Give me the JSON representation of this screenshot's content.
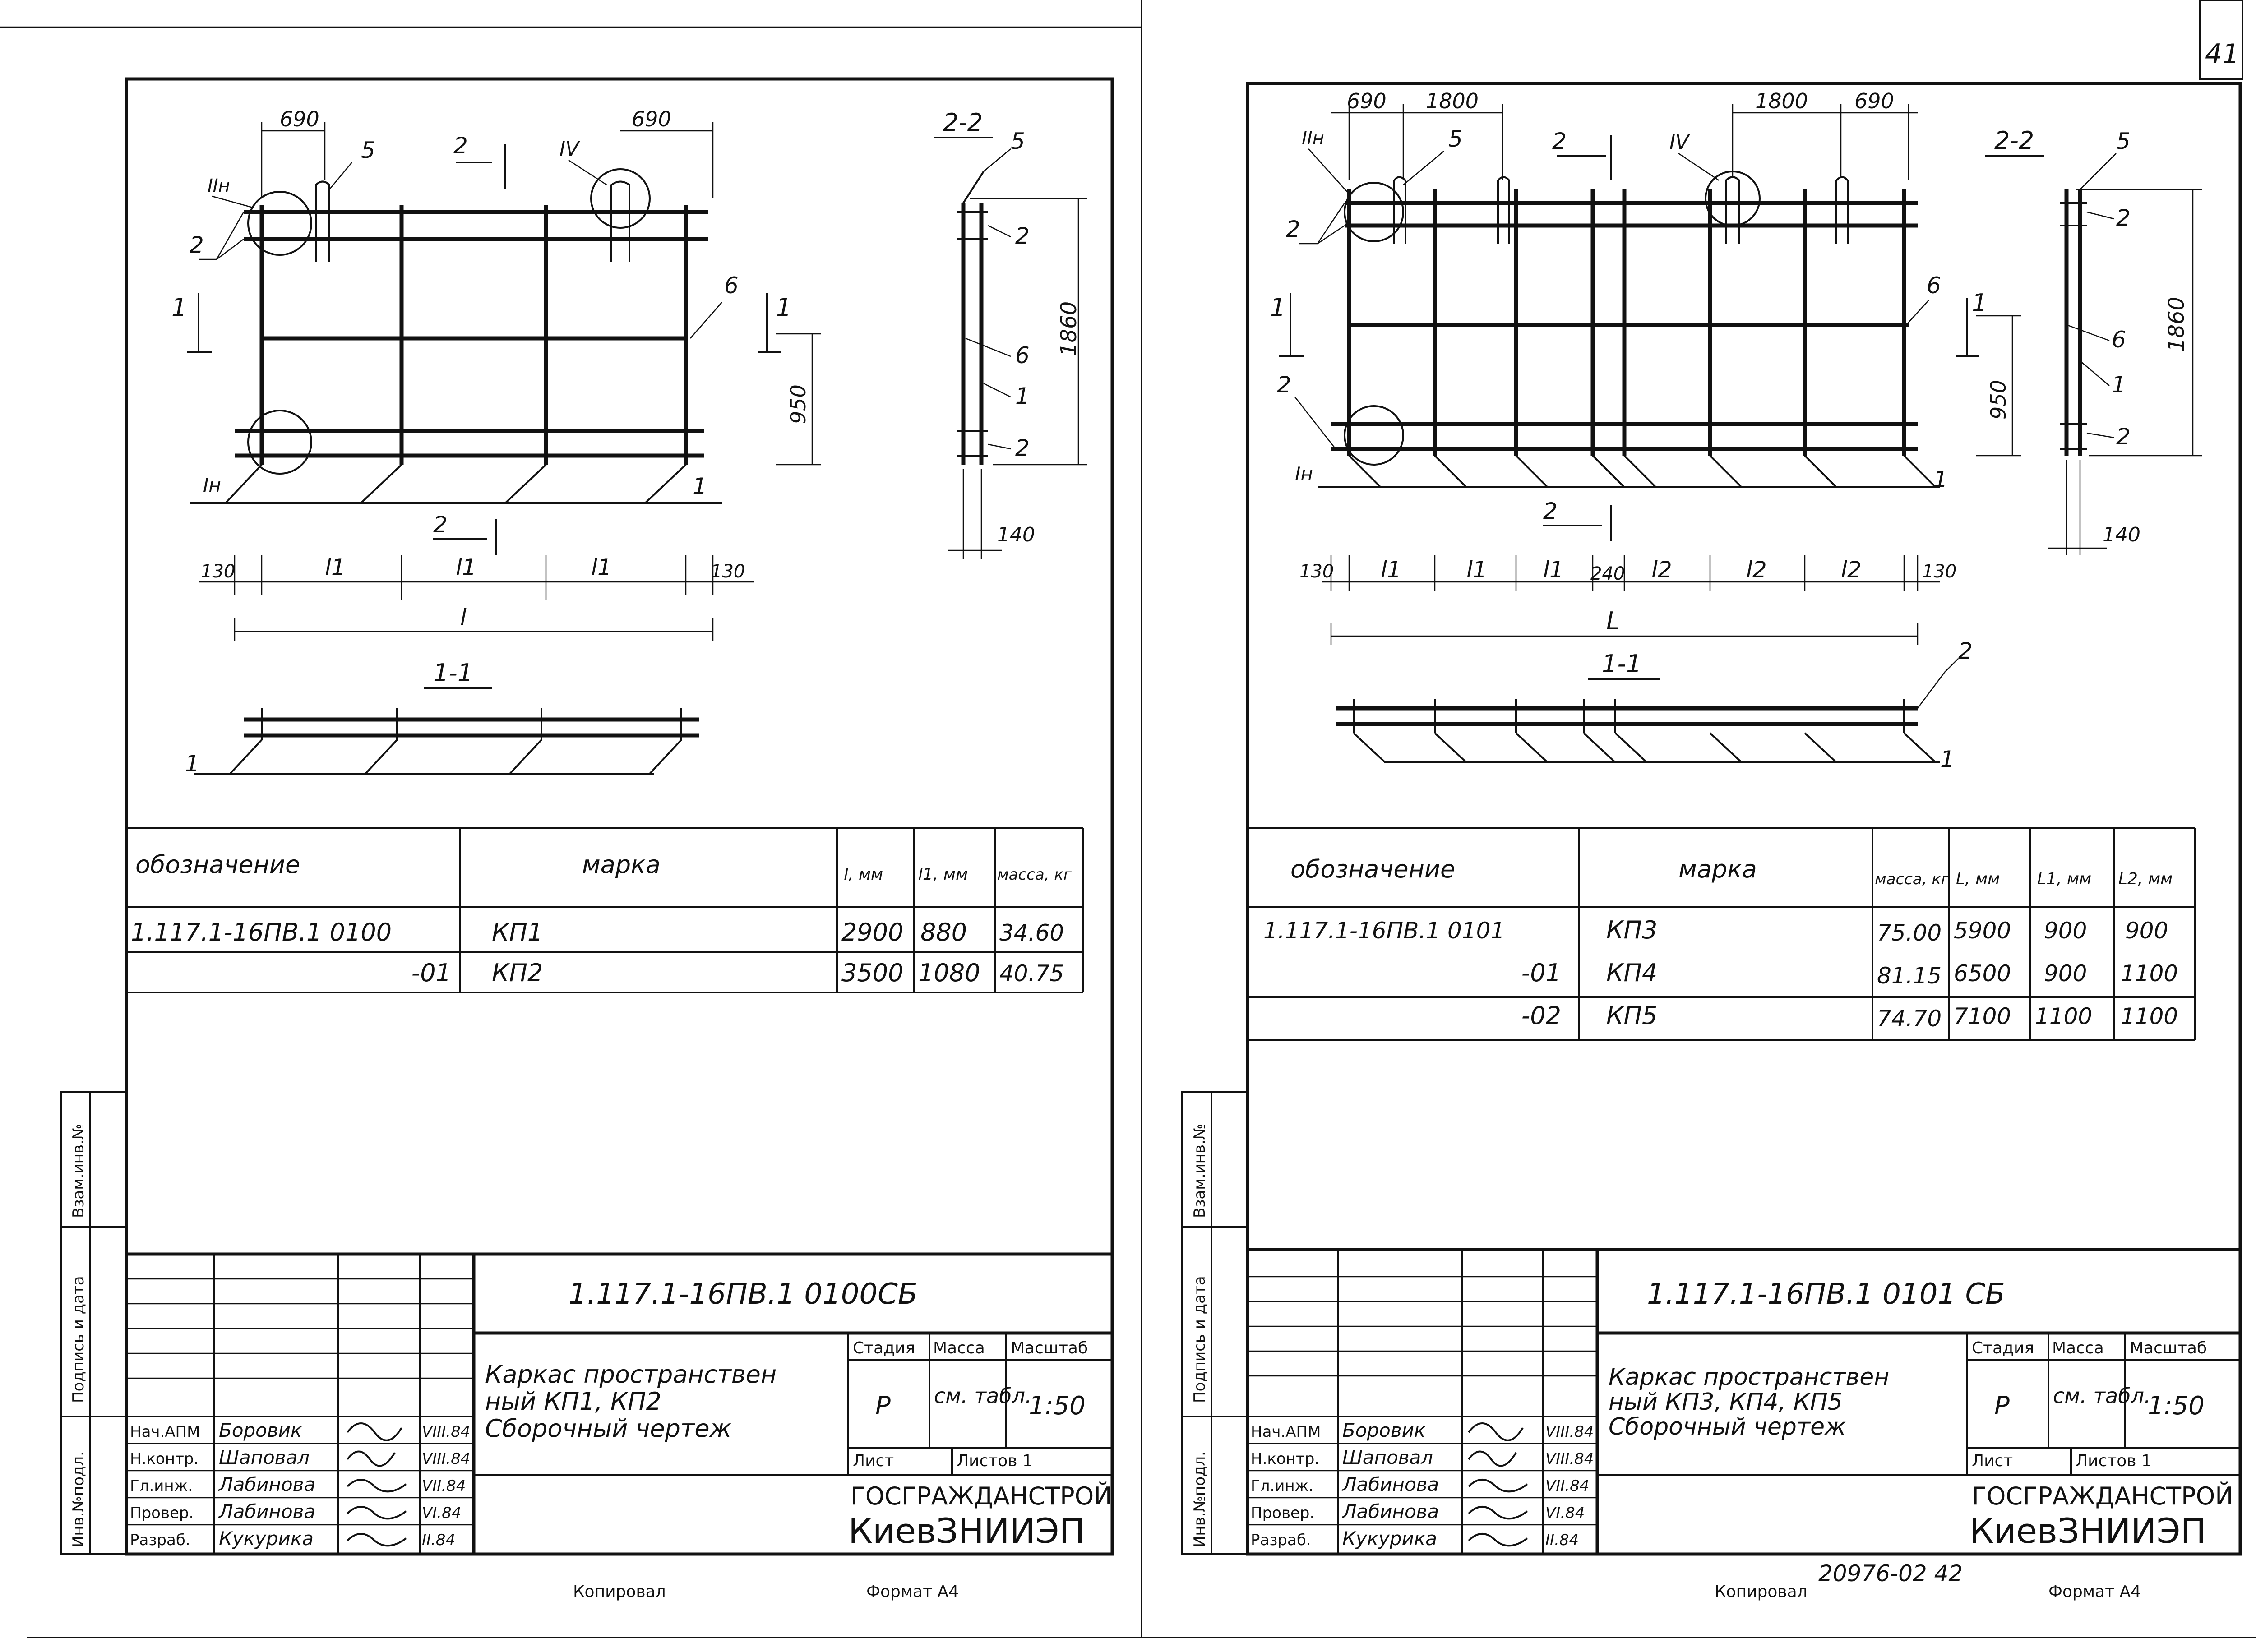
{
  "page_number": "41",
  "footer": {
    "left_copied": "Копировал",
    "left_format": "Формат А4",
    "right_copied": "Копировал",
    "right_format": "Формат А4",
    "archive_number": "20976-02  42"
  },
  "side_stamp": {
    "vzam": "Взам.инв.№",
    "podpis": "Подпись и дата",
    "inv": "Инв.№подл."
  },
  "left_sheet": {
    "drawing": {
      "dims_top": [
        "690",
        "690"
      ],
      "callouts": [
        "IIн",
        "5",
        "IV",
        "2",
        "2",
        "6",
        "1",
        "1",
        "Iн",
        "1"
      ],
      "section_22": "2-2",
      "section_11": "1-1",
      "dims_right": [
        "1860",
        "950",
        "140"
      ],
      "dims_bottom": [
        "130",
        "l1",
        "l1",
        "l1",
        "130",
        "l"
      ],
      "section_22_callouts": [
        "5",
        "2",
        "6",
        "1",
        "2"
      ]
    },
    "table": {
      "headers": [
        "обозначение",
        "марка",
        "l, мм",
        "l1, мм",
        "масса, кг"
      ],
      "rows": [
        [
          "1.117.1-16ПВ.1 0100",
          "КП1",
          "2900",
          "880",
          "34.60"
        ],
        [
          "-01",
          "КП2",
          "3500",
          "1080",
          "40.75"
        ]
      ]
    },
    "title_block": {
      "code": "1.117.1-16ПВ.1  0100СБ",
      "name_line1": "Каркас пространствен",
      "name_line2": "ный КП1, КП2",
      "name_line3": "Сборочный чертеж",
      "stage_h": "Стадия",
      "mass_h": "Масса",
      "scale_h": "Масштаб",
      "stage": "Р",
      "mass": "см. табл.",
      "scale": "1:50",
      "sheet": "Лист",
      "sheets": "Листов 1",
      "org1": "ГОСГРАЖДАНСТРОЙ",
      "org2": "КиевЗНИИЭП",
      "people": [
        {
          "role": "Нач.АПМ",
          "name": "Боровик",
          "date": "VIII.84"
        },
        {
          "role": "Н.контр.",
          "name": "Шаповал",
          "date": "VIII.84"
        },
        {
          "role": "Гл.инж.",
          "name": "Лабинова",
          "date": "VII.84"
        },
        {
          "role": "Провер.",
          "name": "Лабинова",
          "date": "VI.84"
        },
        {
          "role": "Разраб.",
          "name": "Кукурика",
          "date": "II.84"
        }
      ]
    }
  },
  "right_sheet": {
    "drawing": {
      "dims_top": [
        "690",
        "1800",
        "1800",
        "690"
      ],
      "callouts": [
        "IIн",
        "5",
        "2",
        "IV",
        "2",
        "6",
        "1",
        "1",
        "2",
        "Iн",
        "1",
        "2",
        "1"
      ],
      "section_22": "2-2",
      "section_11": "1-1",
      "dims_right": [
        "1860",
        "950",
        "140"
      ],
      "dims_bottom": [
        "130",
        "l1",
        "l1",
        "l1",
        "240",
        "l2",
        "l2",
        "l2",
        "130",
        "L"
      ],
      "section_22_callouts": [
        "5",
        "2",
        "6",
        "1",
        "2"
      ]
    },
    "table": {
      "headers": [
        "обозначение",
        "марка",
        "масса, кг",
        "L, мм",
        "L1, мм",
        "L2, мм"
      ],
      "rows": [
        [
          "1.117.1-16ПВ.1 0101",
          "КП3",
          "75.00",
          "5900",
          "900",
          "900"
        ],
        [
          "-01",
          "КП4",
          "81.15",
          "6500",
          "900",
          "1100"
        ],
        [
          "-02",
          "КП5",
          "74.70",
          "7100",
          "1100",
          "1100"
        ]
      ]
    },
    "title_block": {
      "code": "1.117.1-16ПВ.1  0101 СБ",
      "name_line1": "Каркас пространствен",
      "name_line2": "ный КП3, КП4, КП5",
      "name_line3": "Сборочный чертеж",
      "stage_h": "Стадия",
      "mass_h": "Масса",
      "scale_h": "Масштаб",
      "stage": "Р",
      "mass": "см. табл.",
      "scale": "1:50",
      "sheet": "Лист",
      "sheets": "Листов 1",
      "org1": "ГОСГРАЖДАНСТРОЙ",
      "org2": "КиевЗНИИЭП",
      "people": [
        {
          "role": "Нач.АПМ",
          "name": "Боровик",
          "date": "VIII.84"
        },
        {
          "role": "Н.контр.",
          "name": "Шаповал",
          "date": "VIII.84"
        },
        {
          "role": "Гл.инж.",
          "name": "Лабинова",
          "date": "VII.84"
        },
        {
          "role": "Провер.",
          "name": "Лабинова",
          "date": "VI.84"
        },
        {
          "role": "Разраб.",
          "name": "Кукурика",
          "date": "II.84"
        }
      ]
    }
  }
}
